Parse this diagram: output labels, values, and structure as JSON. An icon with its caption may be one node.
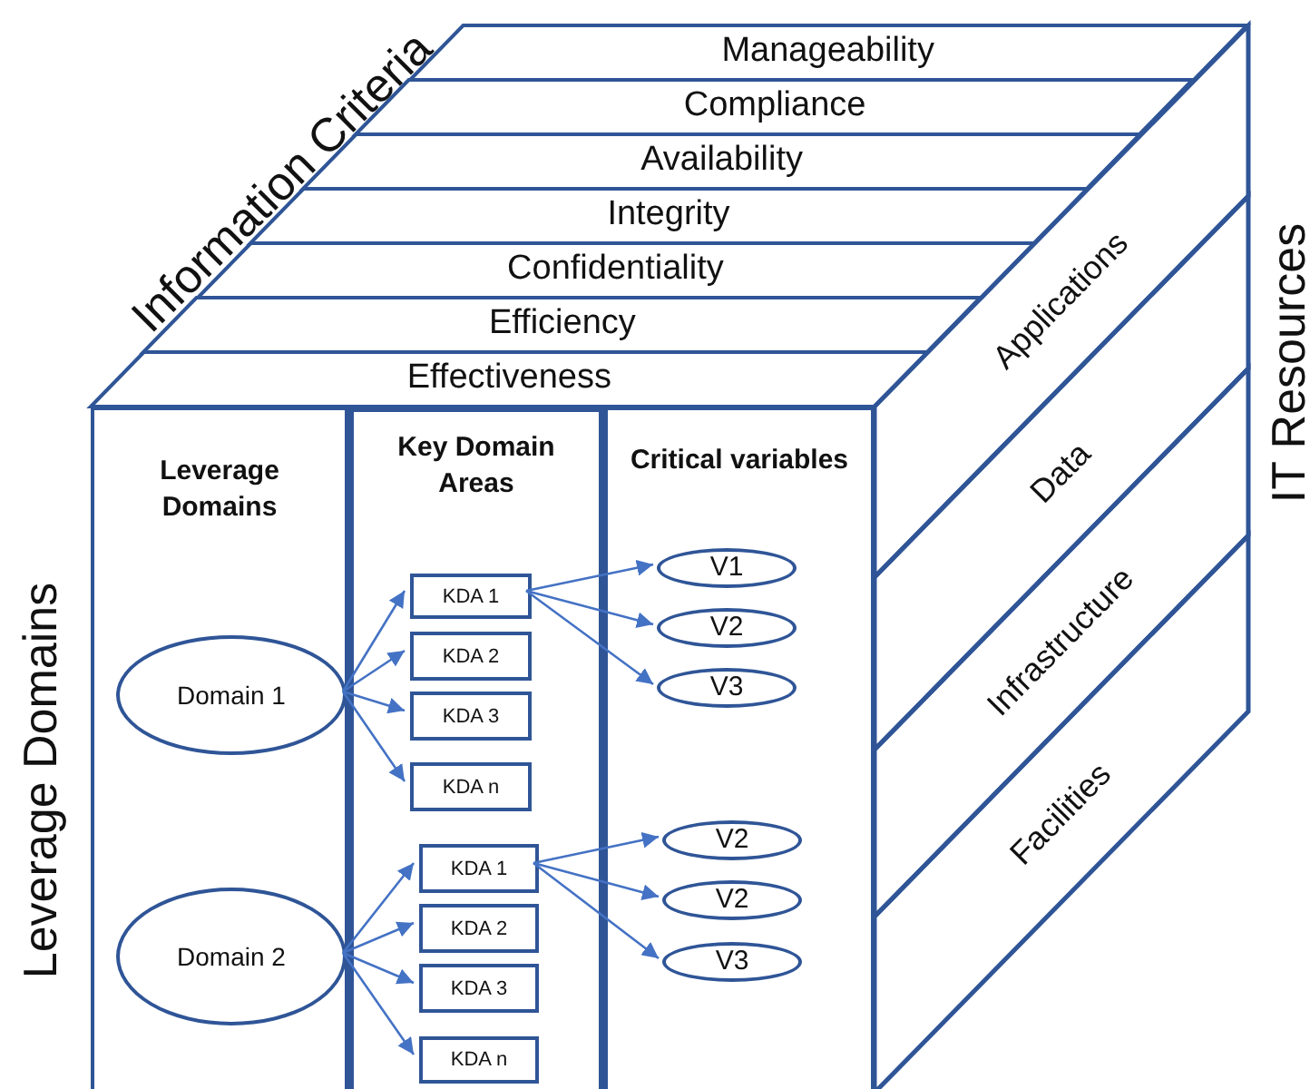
{
  "diagram": {
    "nodes": [
      {
        "text": [
          "Manageability"
        ]
      },
      {
        "text": [
          "Compliance"
        ]
      },
      {
        "text": [
          "Availability"
        ]
      },
      {
        "text": [
          "Integrity"
        ]
      },
      {
        "text": [
          "Confidentiality"
        ]
      },
      {
        "text": [
          "Efficiency"
        ]
      },
      {
        "text": [
          "Effectiveness"
        ]
      },
      {
        "text": [
          "Applications"
        ]
      },
      {
        "text": [
          "Data"
        ]
      },
      {
        "text": [
          "Infrastructure"
        ]
      },
      {
        "text": [
          "Facilities"
        ]
      },
      {
        "text": [
          "Leverage Domains"
        ]
      },
      {
        "text": [
          "Key Domain Areas"
        ]
      },
      {
        "text": [
          "Critical variables"
        ]
      },
      {
        "text": [
          "Domain 1"
        ],
        "in": 11
      },
      {
        "text": [
          "KDA 1"
        ],
        "in": 12
      },
      {
        "text": [
          "KDA 2"
        ],
        "in": 12
      },
      {
        "text": [
          "KDA 3"
        ],
        "in": 12
      },
      {
        "text": [
          "KDA n"
        ],
        "in": 12
      },
      {
        "text": [
          "V1"
        ],
        "in": 13
      },
      {
        "text": [
          "V2"
        ],
        "in": 13
      },
      {
        "text": [
          "V3"
        ],
        "in": 13
      },
      {
        "text": [
          "Domain 2"
        ],
        "in": 11
      },
      {
        "text": [
          "KDA 1"
        ],
        "in": 12
      },
      {
        "text": [
          "KDA 2"
        ],
        "in": 12
      },
      {
        "text": [
          "KDA 3"
        ],
        "in": 12
      },
      {
        "text": [
          "KDA n"
        ],
        "in": 12
      },
      {
        "text": [
          "V2"
        ],
        "in": 13
      },
      {
        "text": [
          "V2"
        ],
        "in": 13
      },
      {
        "text": [
          "V3"
        ],
        "in": 13
      }
    ],
    "edges": [
      {
        "from": 14,
        "to": 15,
        "arrow": "to"
      },
      {
        "from": 14,
        "to": 16,
        "arrow": "to"
      },
      {
        "from": 14,
        "to": 17,
        "arrow": "to"
      },
      {
        "from": 14,
        "to": 18,
        "arrow": "to"
      },
      {
        "from": 15,
        "to": 19,
        "arrow": "to"
      },
      {
        "from": 15,
        "to": 20,
        "arrow": "to"
      },
      {
        "from": 15,
        "to": 21,
        "arrow": "to"
      },
      {
        "from": 22,
        "to": 23,
        "arrow": "to"
      },
      {
        "from": 22,
        "to": 24,
        "arrow": "to"
      },
      {
        "from": 22,
        "to": 25,
        "arrow": "to"
      },
      {
        "from": 22,
        "to": 26,
        "arrow": "to"
      },
      {
        "from": 23,
        "to": 27,
        "arrow": "to"
      },
      {
        "from": 23,
        "to": 28,
        "arrow": "to"
      },
      {
        "from": 23,
        "to": 29,
        "arrow": "to"
      }
    ],
    "labels": [
      "Information Criteria",
      "IT Resources",
      "Leverage Domains"
    ]
  }
}
